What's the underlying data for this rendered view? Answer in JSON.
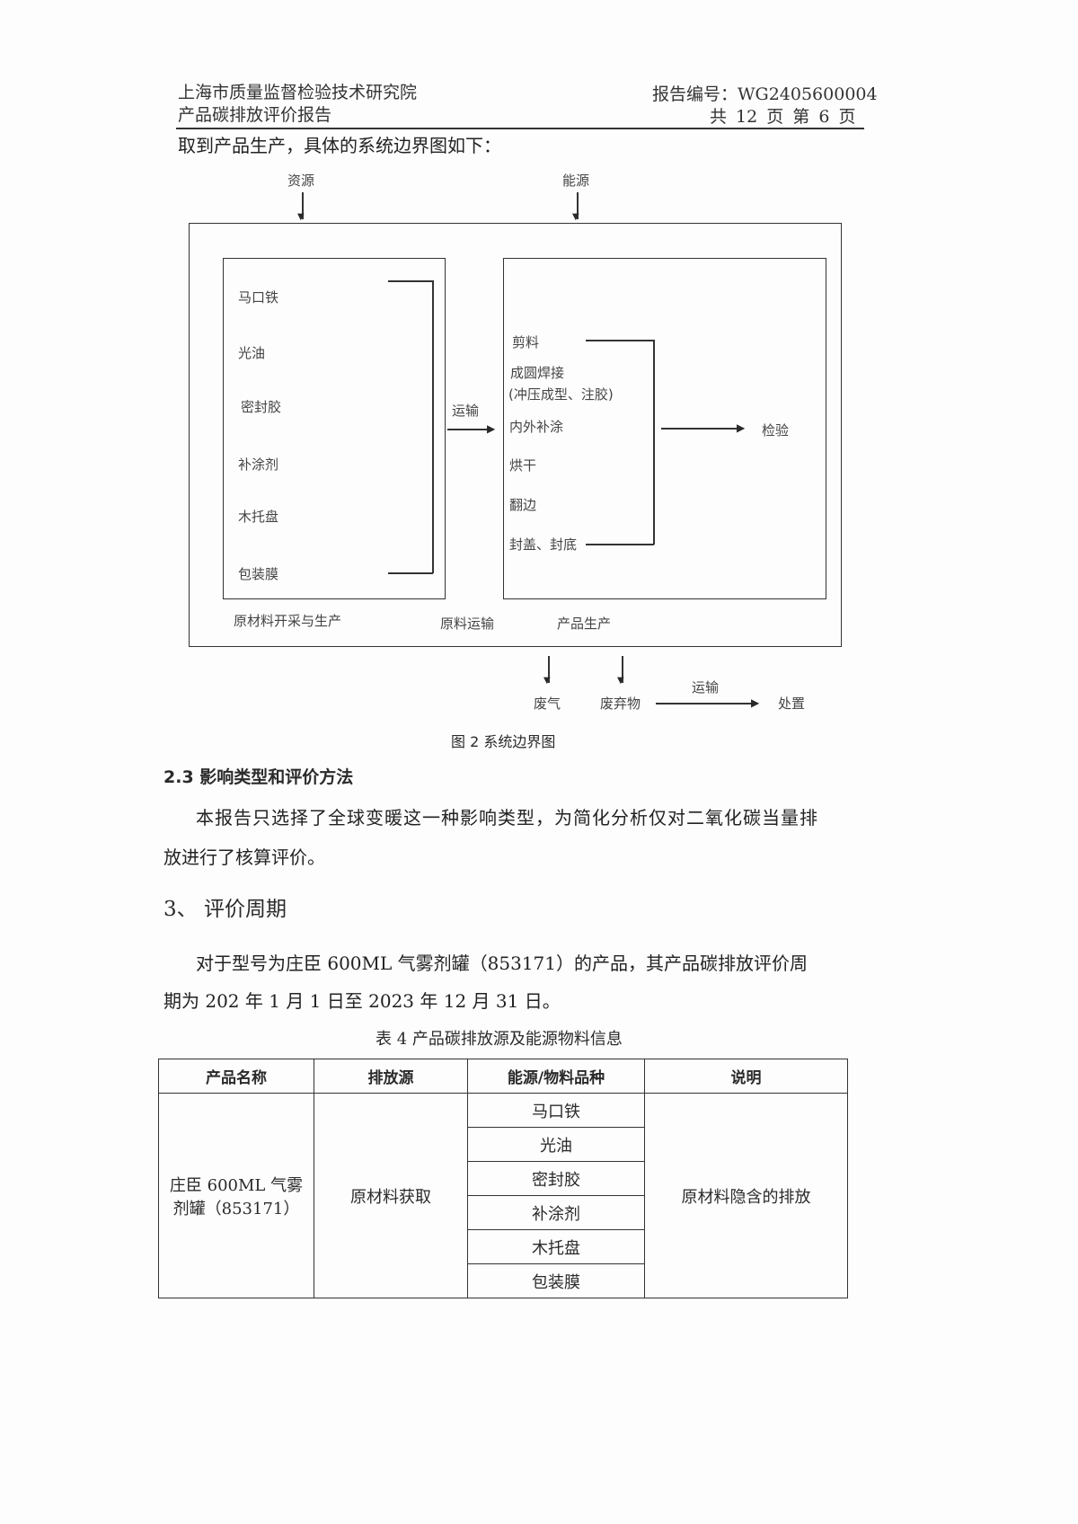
{
  "header": {
    "org": "上海市质量监督检验技术研究院",
    "report_title": "产品碳排放评价报告",
    "report_no": "报告编号：WG2405600004",
    "page_info": "共 12 页 第 6 页"
  },
  "intro": "取到产品生产，具体的系统边界图如下：",
  "diagram": {
    "resource": "资源",
    "energy": "能源",
    "raw_materials": [
      "马口铁",
      "光油",
      "密封胶",
      "补涂剂",
      "木托盘",
      "包装膜"
    ],
    "processes": [
      "剪料",
      "成圆焊接",
      "(冲压成型、注胶)",
      "内外补涂",
      "烘干",
      "翻边",
      "封盖、封底"
    ],
    "transport": "运输",
    "inspection": "检验",
    "stage_labels": [
      "原材料开采与生产",
      "原料运输",
      "产品生产"
    ],
    "outputs": [
      "废气",
      "废弃物"
    ],
    "transport2": "运输",
    "disposal": "处置",
    "caption": "图 2 系统边界图"
  },
  "section23": {
    "title": "2.3 影响类型和评价方法",
    "p1": "本报告只选择了全球变暖这一种影响类型，为简化分析仅对二氧化碳当量排",
    "p2": "放进行了核算评价。"
  },
  "section3": {
    "title": "3、 评价周期",
    "p1": "对于型号为庄臣 600ML 气雾剂罐（853171）的产品，其产品碳排放评价周",
    "p2": "期为 202 年 1 月 1 日至 2023 年 12 月 31 日。"
  },
  "table": {
    "caption": "表 4 产品碳排放源及能源物料信息",
    "headers": [
      "产品名称",
      "排放源",
      "能源/物料品种",
      "说明"
    ],
    "product": [
      "庄臣 600ML 气雾",
      "剂罐（853171）"
    ],
    "source": "原材料获取",
    "materials": [
      "马口铁",
      "光油",
      "密封胶",
      "补涂剂",
      "木托盘",
      "包装膜"
    ],
    "note": "原材料隐含的排放"
  }
}
